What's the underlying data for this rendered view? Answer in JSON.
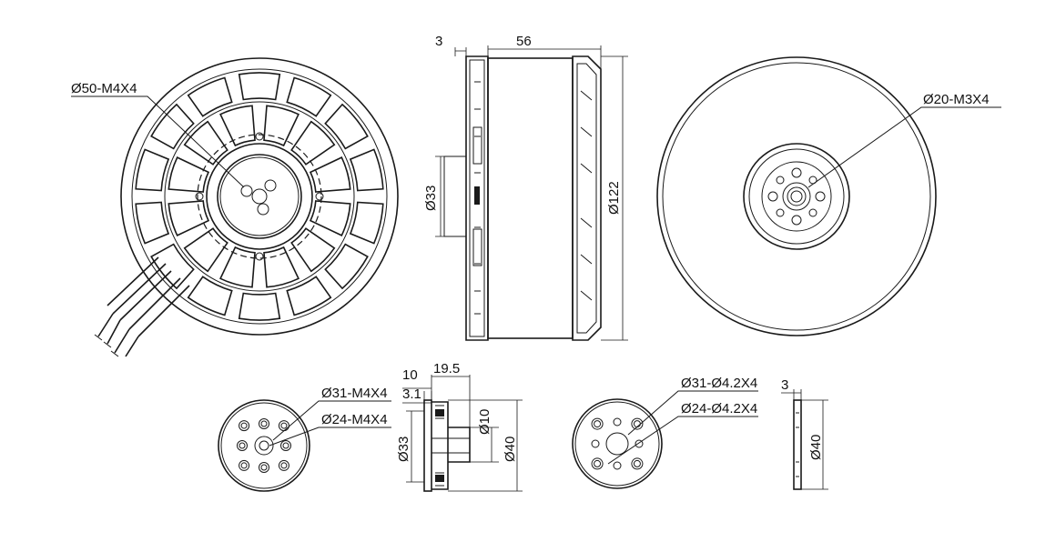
{
  "views": {
    "front_label": "Ø50-M4X4",
    "side_dim_flange": "3",
    "side_dim_length": "56",
    "side_dim_shaft": "Ø33",
    "side_dim_diameter": "Ø122",
    "rear_label": "Ø20-M3X4",
    "adapter_front_label_outer": "Ø31-M4X4",
    "adapter_front_label_inner": "Ø24-M4X4",
    "adapter_side_dim_a": "10",
    "adapter_side_dim_b": "19.5",
    "adapter_side_dim_c": "3.1",
    "adapter_side_dim_bore": "Ø10",
    "adapter_side_dim_hub": "Ø33",
    "adapter_side_dim_outer": "Ø40",
    "mount_label_outer": "Ø31-Ø4.2X4",
    "mount_label_inner": "Ø24-Ø4.2X4",
    "plate_dim_thickness": "3",
    "plate_dim_diameter": "Ø40"
  }
}
